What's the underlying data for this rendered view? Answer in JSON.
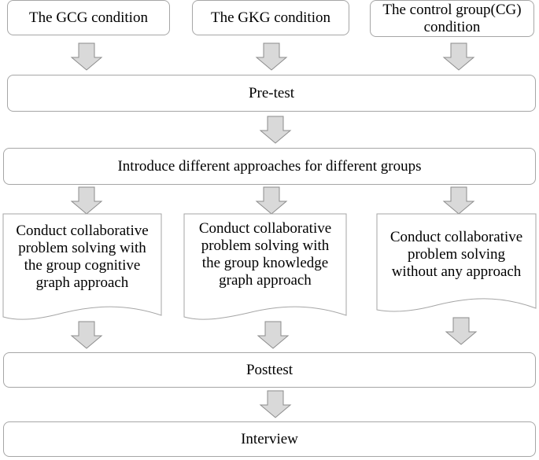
{
  "conditions": [
    {
      "label": "The GCG condition"
    },
    {
      "label": "The GKG condition"
    },
    {
      "label": "The control group(CG)\ncondition"
    }
  ],
  "steps": {
    "pretest": "Pre-test",
    "introduce": "Introduce different approaches for different groups",
    "posttest": "Posttest",
    "interview": "Interview"
  },
  "activities": [
    {
      "label": "Conduct collaborative\nproblem solving with\nthe group cognitive\ngraph  approach"
    },
    {
      "label": "Conduct collaborative\nproblem solving with\nthe group knowledge\ngraph approach"
    },
    {
      "label": "Conduct collaborative\nproblem solving\nwithout any approach"
    }
  ],
  "colors": {
    "arrow_fill": "#d9d9d9",
    "arrow_stroke": "#8c8c8c",
    "box_border": "#a6a6a6"
  }
}
